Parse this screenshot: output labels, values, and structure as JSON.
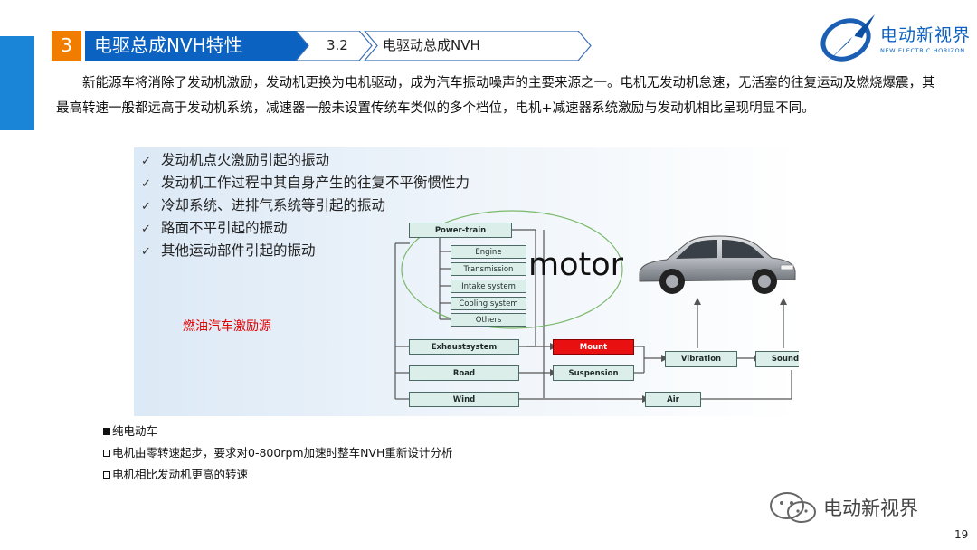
{
  "header": {
    "section_number": "3",
    "section_title": "电驱总成NVH特性",
    "sub_number": "3.2",
    "sub_title": "电驱动总成NVH"
  },
  "logo": {
    "name_cn": "电动新视界",
    "name_en": "NEW ELECTRIC HORIZON"
  },
  "intro": "新能源车将消除了发动机激励，发动机更换为电机驱动，成为汽车振动噪声的主要来源之一。电机无发动机怠速，无活塞的往复运动及燃烧爆震，其最高转速一般都远高于发动机系统，减速器一般未设置传统车类似的多个档位，电机+减速器系统激励与发动机相比呈现明显不同。",
  "diagram": {
    "checklist": [
      "发动机点火激励引起的振动",
      "发动机工作过程中其自身产生的往复不平衡惯性力",
      "冷却系统、进排气系统等引起的振动",
      "路面不平引起的振动",
      "其他运动部件引起的振动"
    ],
    "boxes": {
      "powertrain": "Power-train",
      "engine": "Engine",
      "transmission": "Transmission",
      "intake": "Intake system",
      "cooling": "Cooling system",
      "others": "Others",
      "exhaust": "Exhaustsystem",
      "road": "Road",
      "wind": "Wind",
      "mount": "Mount",
      "suspension": "Suspension",
      "vibration": "Vibration",
      "sound": "Sound",
      "air": "Air"
    },
    "motor_label": "motor",
    "fuel_label": "燃油汽车激励源",
    "colors": {
      "mount": "#e81010",
      "circle": "#7ab86a",
      "fuel_label": "#e00000"
    }
  },
  "bullets": [
    {
      "marker": "filled-square",
      "text": "纯电动车"
    },
    {
      "marker": "hollow-square",
      "text": "电机由零转速起步，要求对0-800rpm加速时整车NVH重新设计分析"
    },
    {
      "marker": "hollow-square",
      "text": "电机相比发动机更高的转速"
    }
  ],
  "footer": {
    "wechat_label": "电动新视界",
    "page_number": "19"
  }
}
